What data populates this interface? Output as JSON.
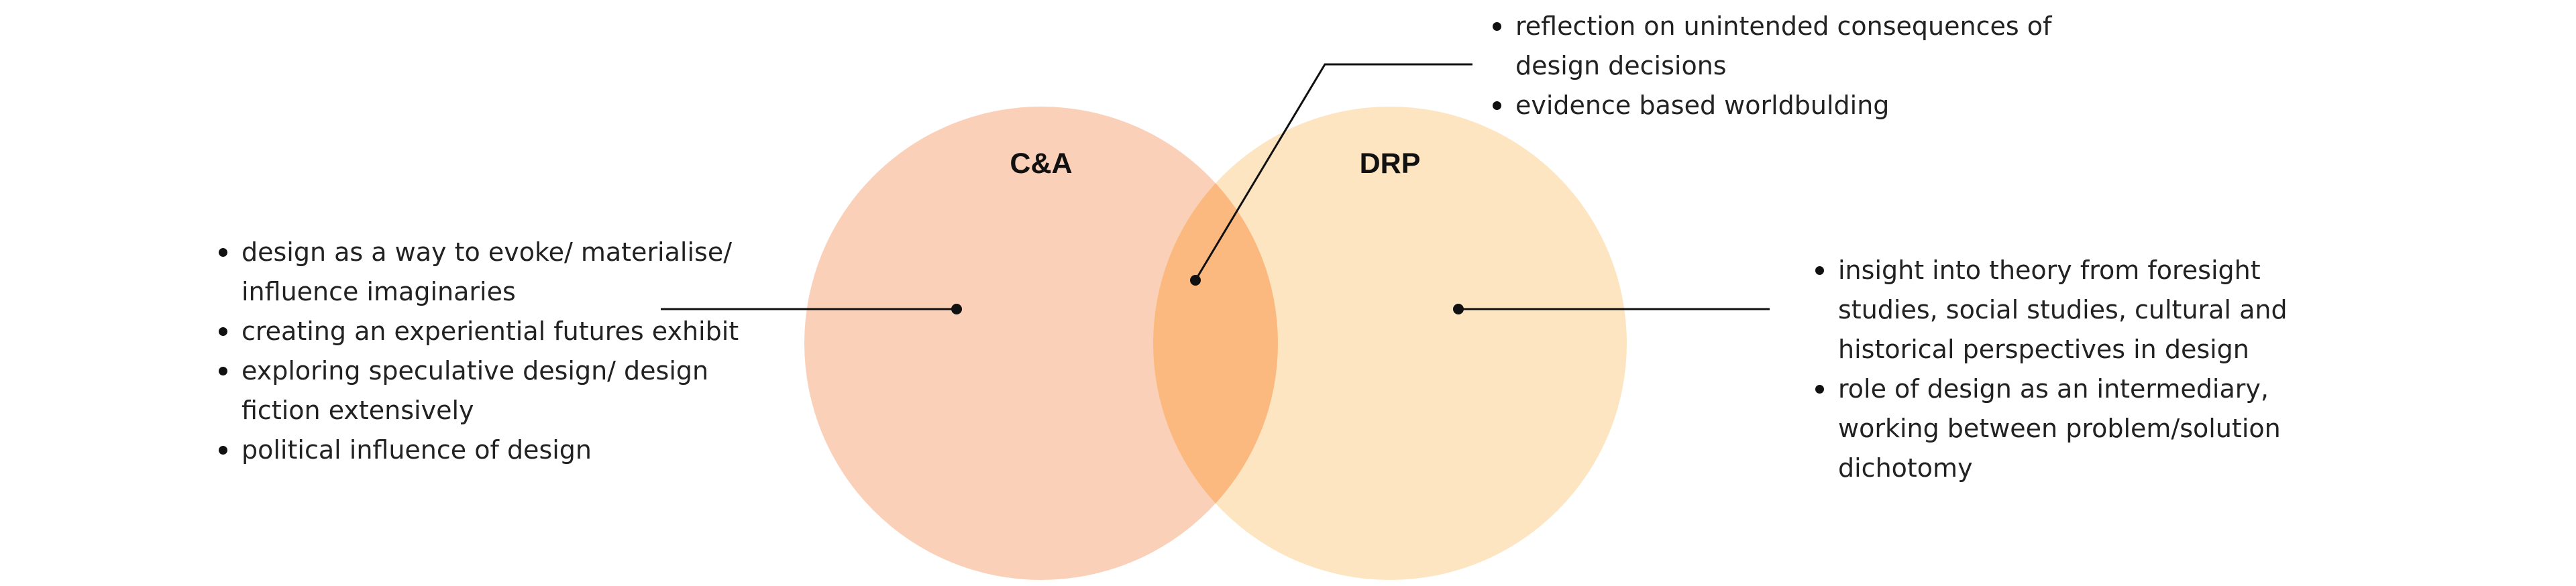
{
  "diagram": {
    "type": "venn",
    "sets": [
      {
        "id": "left",
        "label": "C&A",
        "color": "#f9b189",
        "opacity": 0.6
      },
      {
        "id": "right",
        "label": "DRP",
        "color": "#fcd397",
        "opacity": 0.6
      }
    ],
    "overlap_color": "#fbb97f",
    "notes": {
      "left": [
        "design as a way to evoke/ materialise/ influence imaginaries",
        "creating an experiential futures exhibit",
        "exploring speculative design/ design fiction extensively",
        "political influence of design"
      ],
      "overlap": [
        "reflection on unintended consequences of design decisions",
        "evidence based worldbulding"
      ],
      "right": [
        "insight into theory from foresight studies, social studies, cultural and historical perspectives in design",
        "role of design as an intermediary, working between problem/solution dichotomy"
      ]
    }
  }
}
